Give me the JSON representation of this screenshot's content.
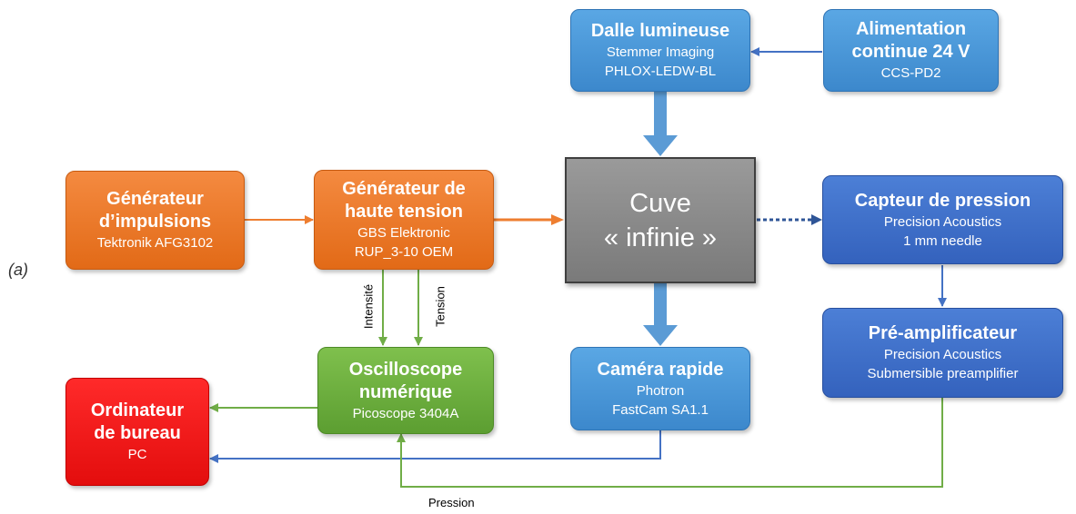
{
  "panel_label": "(a)",
  "nodes": {
    "gen_impulsions": {
      "title": "Générateur d'impulsions",
      "title_l1": "Générateur",
      "title_l2": "d’impulsions",
      "sub1": "Tektronik AFG3102"
    },
    "gen_ht": {
      "title_l1": "Générateur de",
      "title_l2": "haute tension",
      "sub1": "GBS Elektronic",
      "sub2": "RUP_3-10 OEM"
    },
    "cuve": {
      "title_l1": "Cuve",
      "title_l2": "« infinie »"
    },
    "dalle": {
      "title": "Dalle lumineuse",
      "sub1": "Stemmer Imaging",
      "sub2": "PHLOX-LEDW-BL"
    },
    "alim": {
      "title_l1": "Alimentation",
      "title_l2": "continue 24 V",
      "sub1": "CCS-PD2"
    },
    "capteur": {
      "title": "Capteur de pression",
      "sub1": "Precision Acoustics",
      "sub2": "1 mm needle"
    },
    "preamp": {
      "title": "Pré-amplificateur",
      "sub1": "Precision Acoustics",
      "sub2": "Submersible preamplifier"
    },
    "camera": {
      "title": "Caméra rapide",
      "sub1": "Photron",
      "sub2": "FastCam SA1.1"
    },
    "oscillo": {
      "title_l1": "Oscilloscope",
      "title_l2": "numérique",
      "sub1": "Picoscope 3404A"
    },
    "ordinateur": {
      "title_l1": "Ordinateur",
      "title_l2": "de bureau",
      "sub1": "PC"
    }
  },
  "edge_labels": {
    "intensite": "Intensité",
    "tension": "Tension",
    "pression": "Pression"
  },
  "colors": {
    "orange": "#e87a2c",
    "light_blue": "#4a97d8",
    "dark_blue": "#3a6cc8",
    "green": "#6aab3e",
    "red": "#ff1a1a",
    "gray": "#8a8a8a"
  }
}
